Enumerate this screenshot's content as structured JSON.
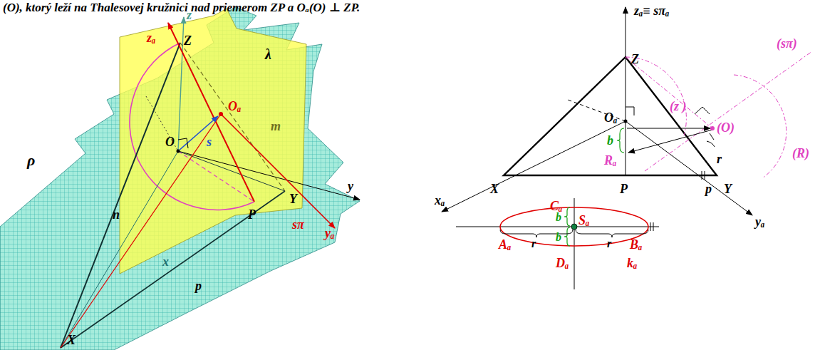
{
  "diagram": {
    "labels": [
      "(O), ktorý leží na Thalesovej kružnici nad priemerom ZP a  Oₐ(O) ⊥ ZP.",
      "z",
      "zₐ",
      "Z",
      "λ",
      "ρ",
      "n",
      "O",
      "s",
      "Oₐ",
      "m",
      "y",
      "Y",
      "P",
      "sπ",
      "yₐ",
      "x",
      "p",
      "X",
      "zₐ≡ sπₐ",
      "Z",
      "(z )",
      "(sπ)",
      "Oₐ",
      "(O)",
      "b",
      "Rₐ",
      "r",
      "(R)",
      "xₐ",
      "X",
      "P",
      "p",
      "Y",
      "yₐ",
      "Cₐ",
      "b",
      "Sₐ",
      "Aₐ",
      "r",
      "r",
      "Bₐ",
      "b",
      "Dₐ",
      "kₐ"
    ]
  }
}
